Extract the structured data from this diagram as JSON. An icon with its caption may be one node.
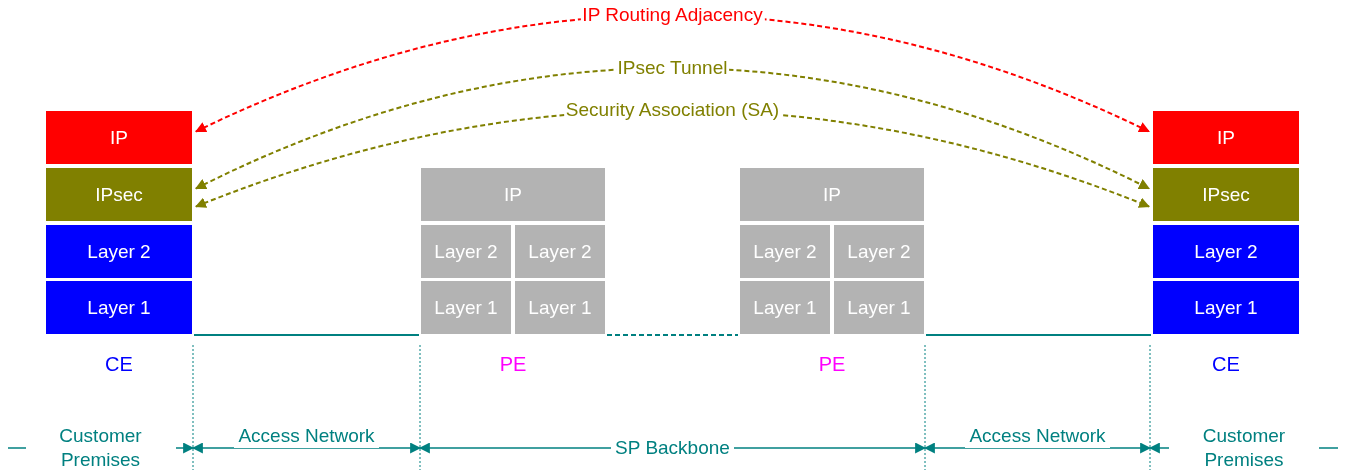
{
  "diagram": {
    "nodes": [
      {
        "text": [
          "IP"
        ]
      },
      {
        "text": [
          "IPsec"
        ]
      },
      {
        "text": [
          "Layer 2"
        ]
      },
      {
        "text": [
          "Layer 1"
        ]
      },
      {
        "text": [
          "IP"
        ]
      },
      {
        "text": [
          "Layer 2"
        ]
      },
      {
        "text": [
          "Layer 2"
        ]
      },
      {
        "text": [
          "Layer 1"
        ]
      },
      {
        "text": [
          "Layer 1"
        ]
      },
      {
        "text": [
          "IP"
        ]
      },
      {
        "text": [
          "Layer 2"
        ]
      },
      {
        "text": [
          "Layer 2"
        ]
      },
      {
        "text": [
          "Layer 1"
        ]
      },
      {
        "text": [
          "Layer 1"
        ]
      },
      {
        "text": [
          "IP"
        ]
      },
      {
        "text": [
          "IPsec"
        ]
      },
      {
        "text": [
          "Layer 2"
        ]
      },
      {
        "text": [
          "Layer 1"
        ]
      }
    ],
    "edges": [
      {
        "from": 0,
        "to": 14,
        "arrow": "both",
        "label": "IP Routing Adjacency",
        "style": "dashed",
        "color": "#ff0000"
      },
      {
        "from": 1,
        "to": 15,
        "arrow": "both",
        "label": "IPsec Tunnel",
        "style": "dashed",
        "color": "#808000"
      },
      {
        "from": 1,
        "to": 15,
        "arrow": "both",
        "label": "Security Association (SA)",
        "style": "dashed",
        "color": "#808000"
      },
      {
        "from": 3,
        "to": 7,
        "arrow": "none"
      },
      {
        "from": 8,
        "to": 12,
        "arrow": "none",
        "style": "dashed"
      },
      {
        "from": 13,
        "to": 17,
        "arrow": "none"
      }
    ],
    "labels": [
      "CE",
      "PE",
      "PE",
      "CE",
      "Customer Premises",
      "Access Network",
      "SP Backbone",
      "Access Network",
      "Customer Premises"
    ]
  }
}
